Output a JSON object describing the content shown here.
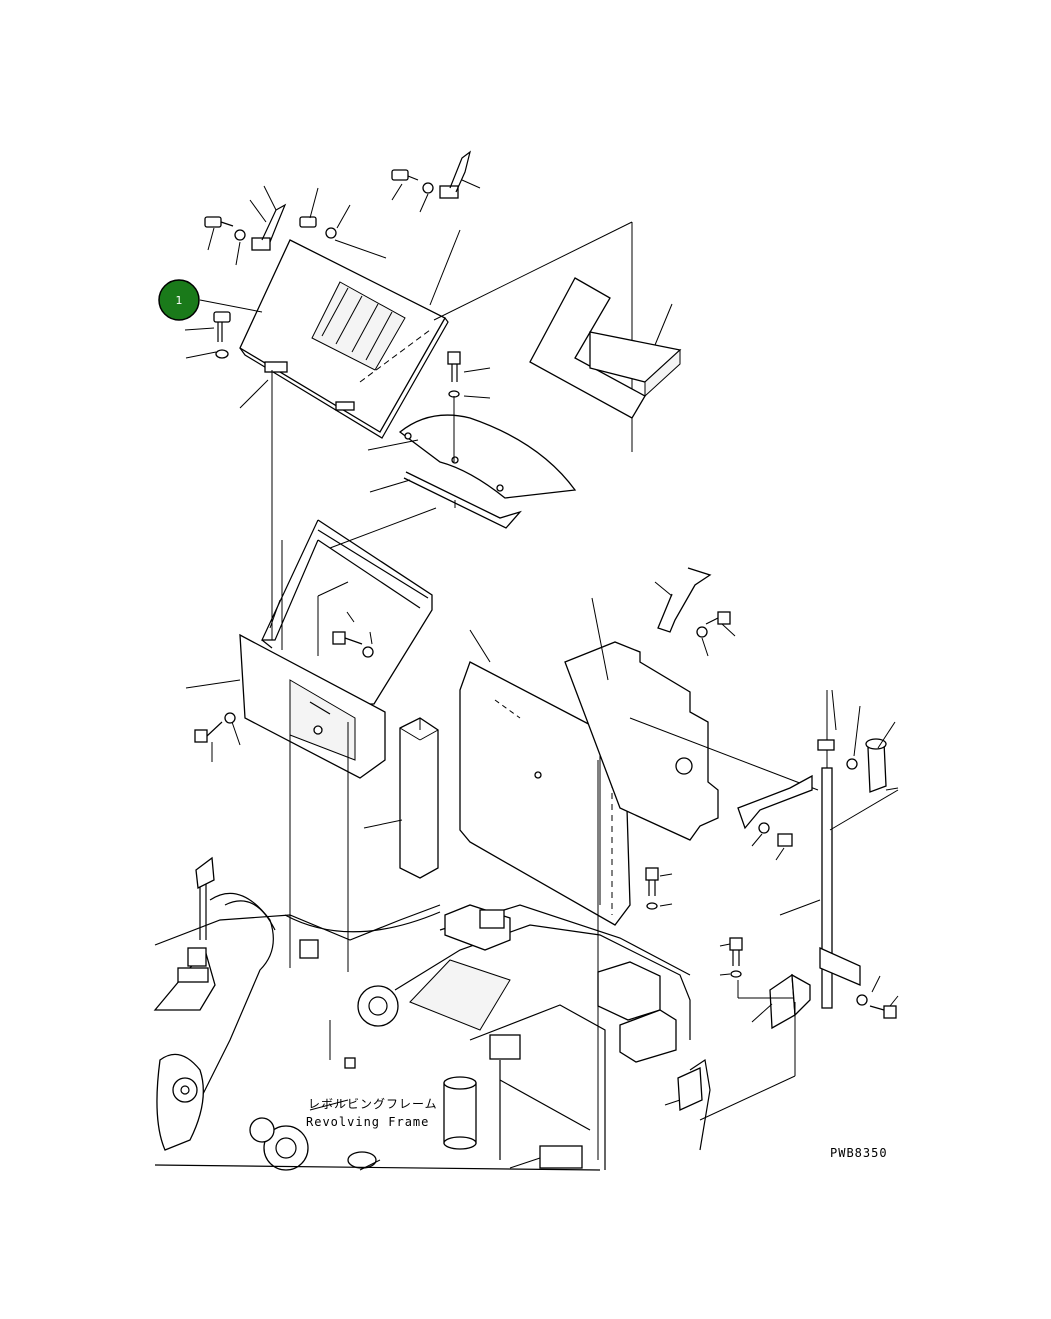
{
  "callout": {
    "number": "1",
    "color": "#1a7a1a"
  },
  "labels": {
    "frame_jp": "レボルビングフレーム",
    "frame_en": "Revolving Frame",
    "drawing_code": "PWB8350"
  }
}
